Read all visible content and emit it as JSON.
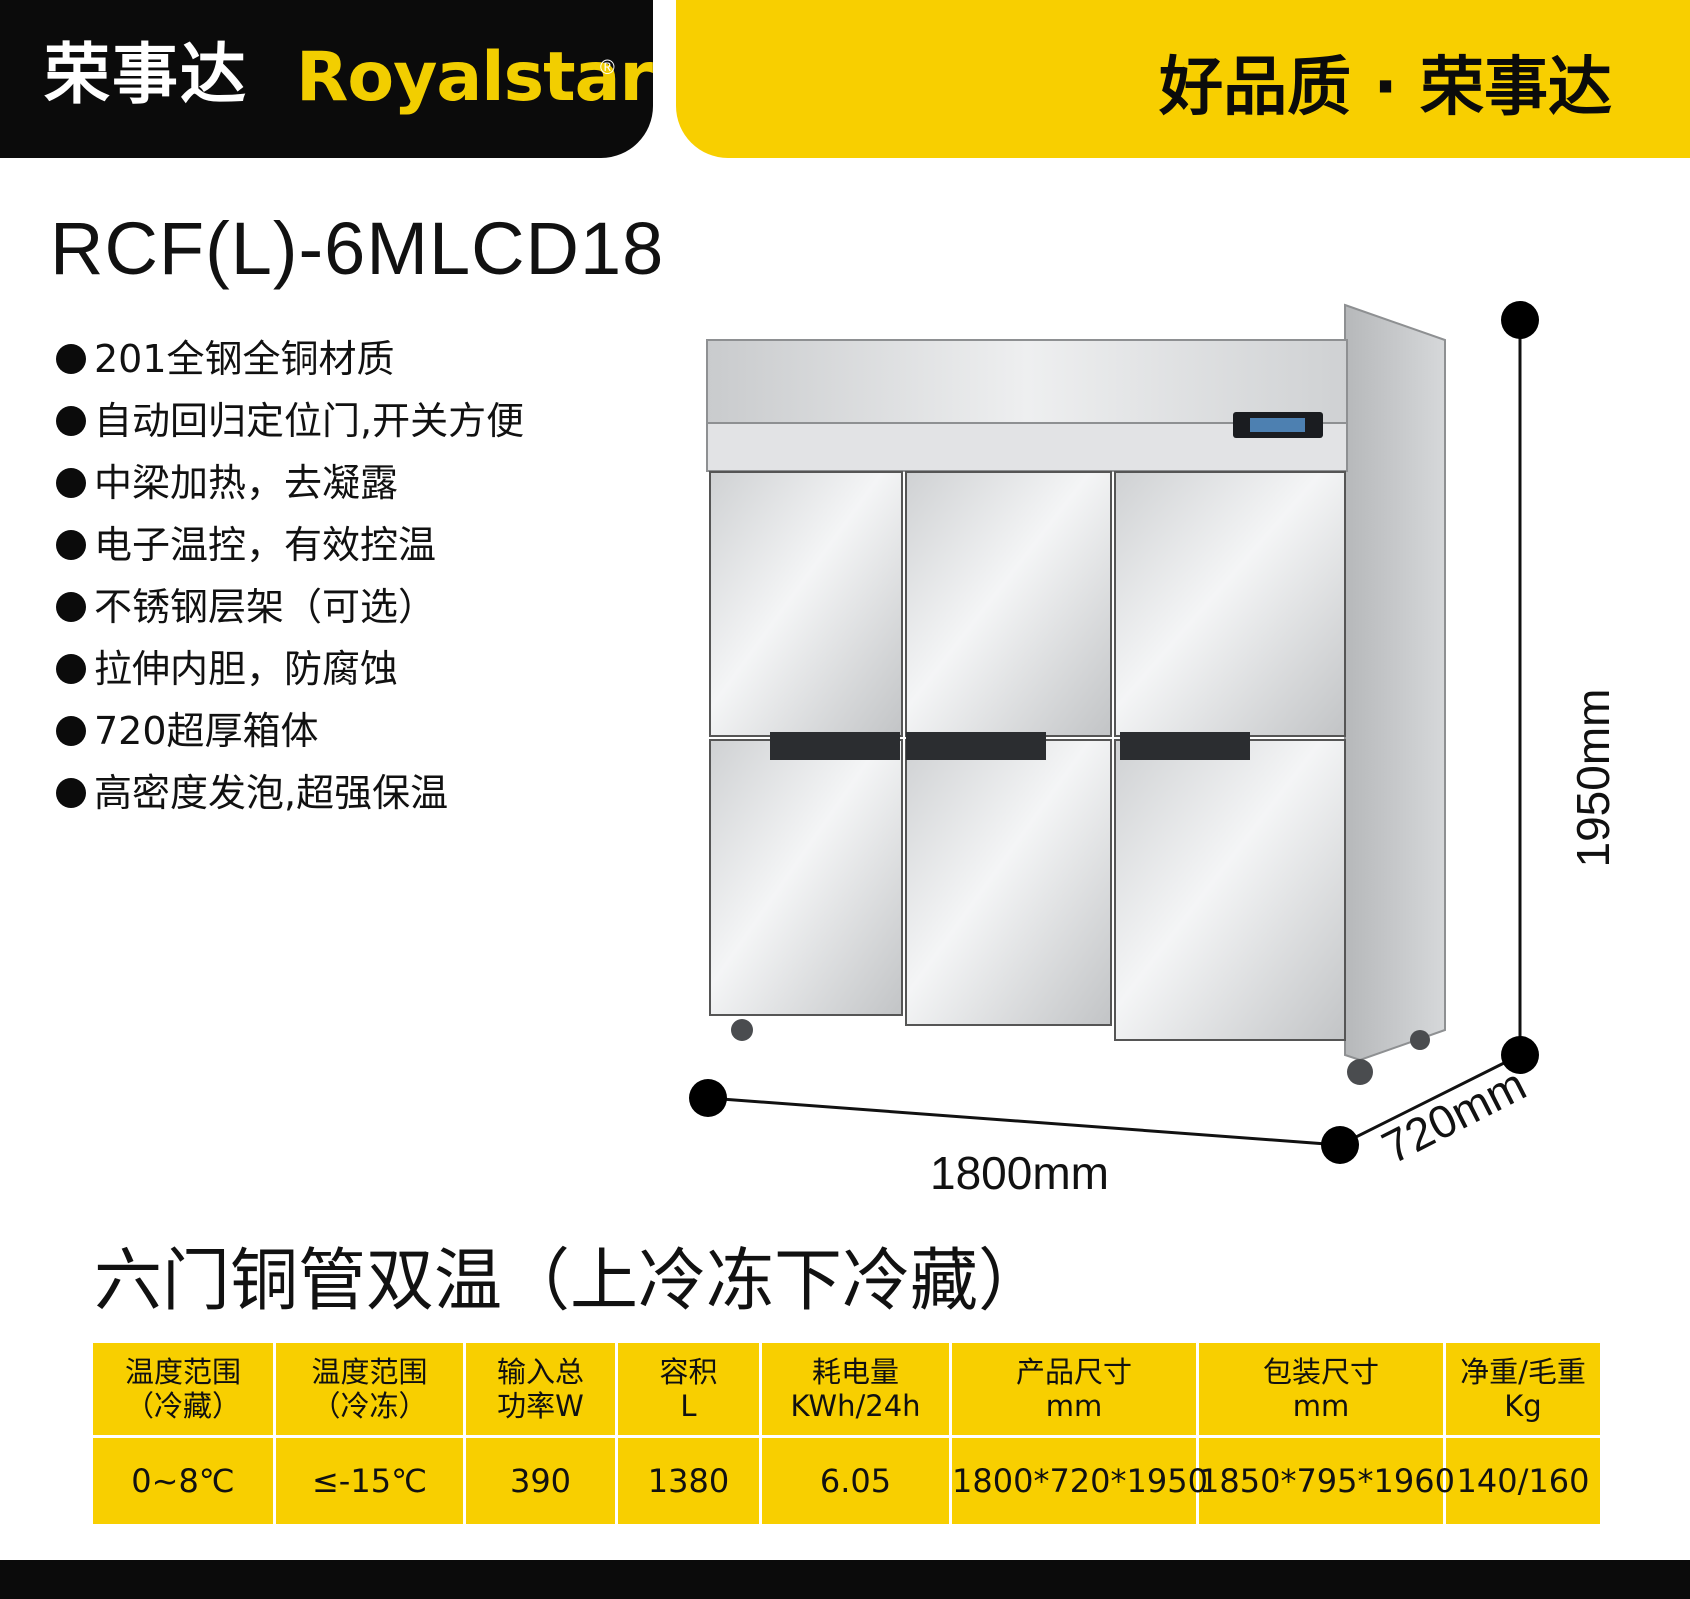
{
  "header": {
    "brand_cn": "荣事达",
    "brand_en": "Royalstar",
    "registered_mark": "®",
    "slogan": "好品质 · 荣事达"
  },
  "model": "RCF(L)-6MLCD18",
  "features": [
    "201全钢全铜材质",
    "自动回归定位门,开关方便",
    "中梁加热，去凝露",
    "电子温控，有效控温",
    "不锈钢层架（可选）",
    "拉伸内胆，防腐蚀",
    "720超厚箱体",
    "高密度发泡,超强保温"
  ],
  "dimensions": {
    "width": "1800mm",
    "depth": "720mm",
    "height": "1950mm"
  },
  "product_title": "六门铜管双温（上冷冻下冷藏）",
  "spec_table": {
    "headers": [
      [
        "温度范围",
        "（冷藏）"
      ],
      [
        "温度范围",
        "（冷冻）"
      ],
      [
        "输入总",
        "功率W"
      ],
      [
        "容积",
        "L"
      ],
      [
        "耗电量",
        "KWh/24h"
      ],
      [
        "产品尺寸",
        "mm"
      ],
      [
        "包装尺寸",
        "mm"
      ],
      [
        "净重/毛重",
        "Kg"
      ]
    ],
    "values": [
      "0~8℃",
      "≤-15℃",
      "390",
      "1380",
      "6.05",
      "1800*720*1950",
      "1850*795*1960",
      "140/160"
    ]
  },
  "colors": {
    "accent_yellow": "#f8cf00",
    "dark": "#0b0b0b"
  }
}
